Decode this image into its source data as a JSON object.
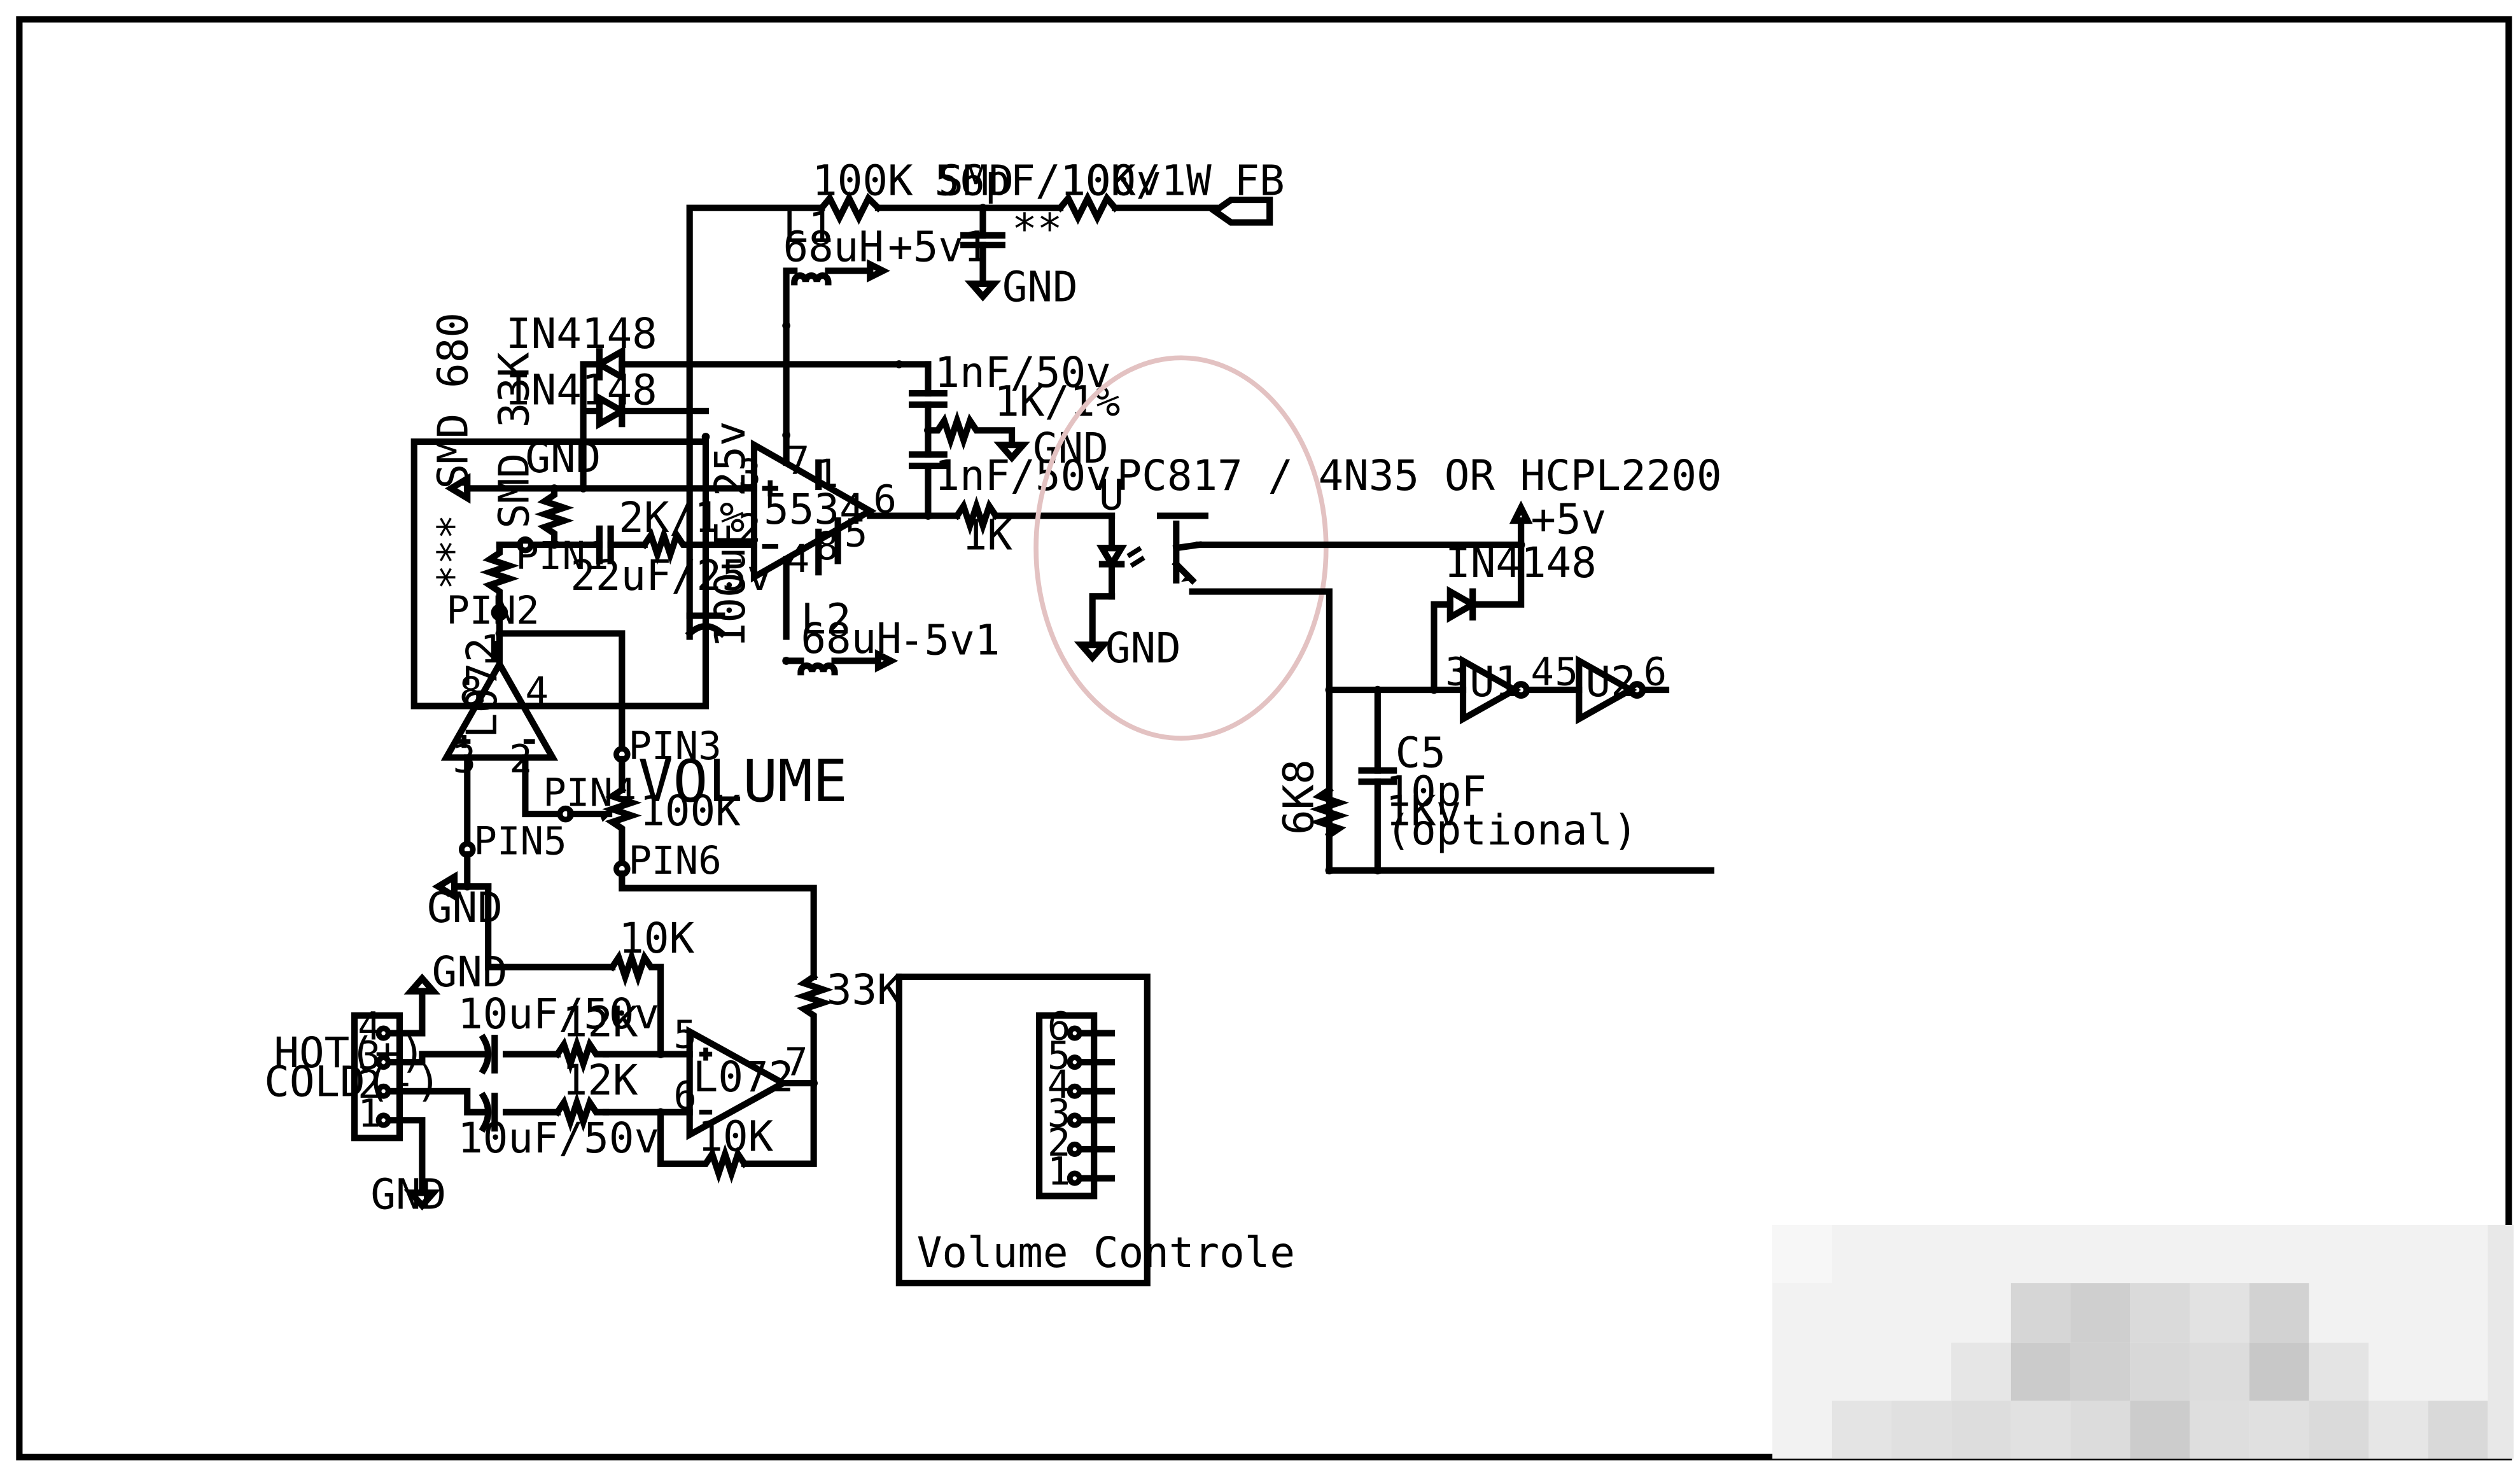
{
  "labels": {
    "r100k_smd": "100K SMD",
    "c56p": "56pF/100v",
    "r10k_1w": "10K/1W",
    "fb": "FB",
    "double_star": "**",
    "gnd": "GND",
    "l1": "L1",
    "l1_val": "68uH",
    "p5v1": "+5v1",
    "in4148_a": "IN4148",
    "in4148_b": "IN4148",
    "c1nf_a": "1nF/50v",
    "r1k_1": "1K/1%",
    "c1nf_b": "1nF/50v",
    "u5534": "5534",
    "r33k_smd": "SMD 33K",
    "r2k": "2K/1%",
    "c22u": "22uF/25v",
    "pin1": "PIN1",
    "r680": "*** SMD 680",
    "pin2": "PIN2",
    "c100u": "100uF 25v",
    "l2": "L2",
    "l2_val": "68uH",
    "m5v1": "-5v1",
    "r1k": "1K",
    "u": "U",
    "opto": "PC817 / 4N35 OR HCPL2200",
    "p5v": "+5v",
    "in4148_c": "IN4148",
    "u1": "U1",
    "u2": "U2",
    "c5": "C5",
    "c5_val": "10pF",
    "c5_kv": "1Kv",
    "c5_opt": "(optional)",
    "r6k8": "6K8",
    "l072_a": "L072",
    "pin3": "PIN3",
    "volume": "VOLUME",
    "vol_val": "100K",
    "pin4": "PIN4",
    "pin5": "PIN5",
    "pin6": "PIN6",
    "r10k_a": "10K",
    "r33k": "33K",
    "c10u_a": "10uF/50v",
    "c10u_b": "10uF/50v",
    "r12k_a": "12K",
    "r12k_b": "12K",
    "l072_b": "L072",
    "r10k_b": "10K",
    "hot": "HOT(+)",
    "cold": "COLD(-)",
    "vol_box": "Volume Controle"
  },
  "pin_numbers": {
    "op_3": "3",
    "op_2": "2",
    "op_7": "7",
    "op_1": "1",
    "op_6": "6",
    "op_5": "5",
    "op_4": "4",
    "op_8": "8",
    "l_1": "1",
    "l_8": "8",
    "l_4": "4",
    "l_3": "3",
    "l_2": "2",
    "b_5": "5",
    "b_6": "6",
    "b_7": "7",
    "u1_3": "3",
    "u1_4": "4",
    "u2_5": "5",
    "u2_6": "6"
  },
  "connector_left": [
    "4",
    "3",
    "2",
    "1"
  ],
  "connector_right": [
    "6",
    "5",
    "4",
    "3",
    "2",
    "1"
  ],
  "colors": {
    "line": "#000000",
    "highlight_ellipse": "#e3c2c2",
    "watermark": "#d0d0d0"
  }
}
